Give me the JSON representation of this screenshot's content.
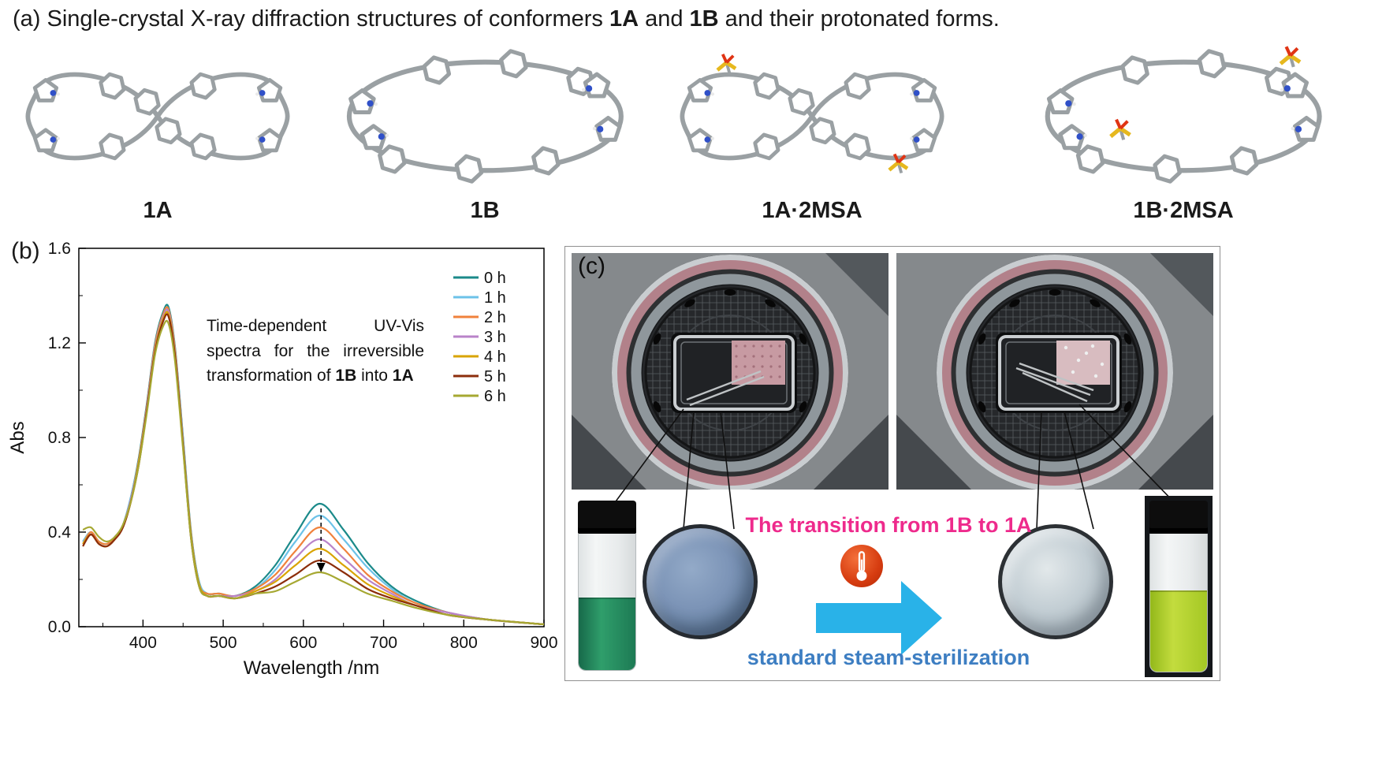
{
  "panel_a": {
    "label": "(a)",
    "title": {
      "prefix": " Single-crystal X-ray diffraction structures of conformers ",
      "bold1": "1A",
      "mid": " and ",
      "bold2": "1B",
      "suffix": " and their protonated forms."
    },
    "molecules": [
      {
        "name": "1A"
      },
      {
        "name": "1B"
      },
      {
        "name": "1A·2MSA"
      },
      {
        "name": "1B·2MSA"
      }
    ]
  },
  "panel_b": {
    "label": "(b)",
    "annotation": {
      "text_start": "Time-dependent UV-Vis spectra for the irreversible transformation of ",
      "bold1": "1B",
      "mid": " into ",
      "bold2": "1A"
    }
  },
  "chart_data": {
    "type": "line",
    "title": "",
    "xlabel": "Wavelength /nm",
    "ylabel": "Abs",
    "xlim": [
      320,
      900
    ],
    "ylim": [
      0,
      1.6
    ],
    "x_ticks": [
      400,
      500,
      600,
      700,
      800,
      900
    ],
    "y_ticks": [
      0,
      0.4,
      0.8,
      1.2,
      1.6
    ],
    "grid": false,
    "legend_position": "top-right",
    "x": [
      325,
      335,
      345,
      355,
      365,
      375,
      385,
      395,
      405,
      415,
      425,
      432,
      440,
      450,
      460,
      470,
      480,
      495,
      515,
      540,
      565,
      590,
      620,
      650,
      680,
      710,
      740,
      780,
      830,
      900
    ],
    "series": [
      {
        "name": "0 h",
        "color": "#1b8a8a",
        "values": [
          0.36,
          0.4,
          0.36,
          0.35,
          0.38,
          0.43,
          0.55,
          0.72,
          0.95,
          1.2,
          1.33,
          1.35,
          1.18,
          0.8,
          0.4,
          0.19,
          0.14,
          0.14,
          0.13,
          0.17,
          0.26,
          0.39,
          0.52,
          0.41,
          0.27,
          0.17,
          0.11,
          0.06,
          0.03,
          0.01
        ]
      },
      {
        "name": "1 h",
        "color": "#6cc2e8",
        "values": [
          0.36,
          0.4,
          0.36,
          0.35,
          0.38,
          0.43,
          0.55,
          0.71,
          0.94,
          1.19,
          1.32,
          1.34,
          1.17,
          0.79,
          0.39,
          0.19,
          0.14,
          0.14,
          0.13,
          0.16,
          0.24,
          0.36,
          0.47,
          0.37,
          0.25,
          0.16,
          0.1,
          0.06,
          0.03,
          0.01
        ]
      },
      {
        "name": "2 h",
        "color": "#f0823c",
        "values": [
          0.35,
          0.4,
          0.36,
          0.35,
          0.38,
          0.43,
          0.54,
          0.71,
          0.94,
          1.19,
          1.32,
          1.34,
          1.17,
          0.78,
          0.39,
          0.18,
          0.14,
          0.14,
          0.13,
          0.16,
          0.22,
          0.32,
          0.42,
          0.33,
          0.22,
          0.15,
          0.1,
          0.06,
          0.03,
          0.01
        ]
      },
      {
        "name": "3 h",
        "color": "#b983c9",
        "values": [
          0.35,
          0.39,
          0.35,
          0.34,
          0.37,
          0.42,
          0.54,
          0.7,
          0.93,
          1.18,
          1.31,
          1.33,
          1.16,
          0.78,
          0.38,
          0.18,
          0.13,
          0.13,
          0.13,
          0.15,
          0.2,
          0.29,
          0.37,
          0.29,
          0.2,
          0.14,
          0.09,
          0.06,
          0.03,
          0.01
        ]
      },
      {
        "name": "4 h",
        "color": "#d9a400",
        "values": [
          0.35,
          0.39,
          0.35,
          0.34,
          0.37,
          0.42,
          0.53,
          0.7,
          0.92,
          1.17,
          1.3,
          1.32,
          1.15,
          0.77,
          0.38,
          0.18,
          0.13,
          0.13,
          0.12,
          0.15,
          0.19,
          0.26,
          0.33,
          0.26,
          0.18,
          0.13,
          0.09,
          0.05,
          0.03,
          0.01
        ]
      },
      {
        "name": "5 h",
        "color": "#8c2e0b",
        "values": [
          0.34,
          0.39,
          0.35,
          0.34,
          0.37,
          0.42,
          0.53,
          0.69,
          0.92,
          1.16,
          1.29,
          1.31,
          1.14,
          0.76,
          0.37,
          0.17,
          0.13,
          0.13,
          0.12,
          0.14,
          0.17,
          0.22,
          0.28,
          0.23,
          0.16,
          0.12,
          0.09,
          0.05,
          0.03,
          0.01
        ]
      },
      {
        "name": "6 h",
        "color": "#a6a832",
        "values": [
          0.41,
          0.42,
          0.38,
          0.36,
          0.38,
          0.43,
          0.53,
          0.69,
          0.91,
          1.15,
          1.27,
          1.28,
          1.12,
          0.75,
          0.37,
          0.17,
          0.13,
          0.13,
          0.12,
          0.14,
          0.15,
          0.19,
          0.23,
          0.19,
          0.14,
          0.11,
          0.08,
          0.05,
          0.03,
          0.01
        ]
      }
    ],
    "annotation": "Time-dependent UV-Vis spectra for the irreversible transformation of 1B into 1A",
    "arrow": {
      "x_nm": 622,
      "y_from_abs": 0.5,
      "y_to_abs": 0.23,
      "style": "dashed-down"
    }
  },
  "panel_c": {
    "label": "(c)",
    "transition_text": "The transition from 1B to 1A",
    "transition_color": "#ee2a8c",
    "sterilization_text": "standard steam-sterilization",
    "sterilization_color": "#3d7ec2",
    "arrow_color": "#29b2e8"
  }
}
